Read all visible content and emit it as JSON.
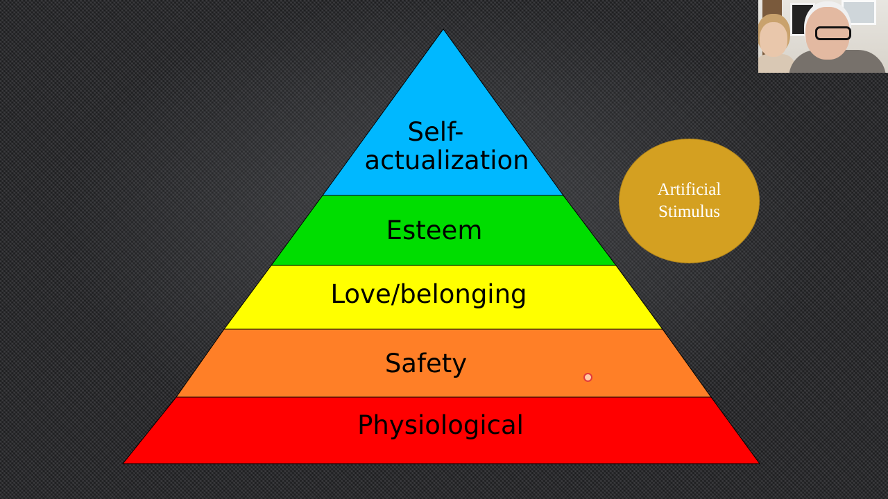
{
  "pyramid": {
    "tiers": [
      {
        "label_line1": "Self-",
        "label_line2": "actualization",
        "color": "#00b8ff"
      },
      {
        "label": "Esteem",
        "color": "#00dd00"
      },
      {
        "label": "Love/belonging",
        "color": "#ffff00"
      },
      {
        "label": "Safety",
        "color": "#ff7f27"
      },
      {
        "label": "Physiological",
        "color": "#ff0000"
      }
    ]
  },
  "stimulus": {
    "line1": "Artificial",
    "line2": "Stimulus",
    "color": "#d4a021"
  }
}
